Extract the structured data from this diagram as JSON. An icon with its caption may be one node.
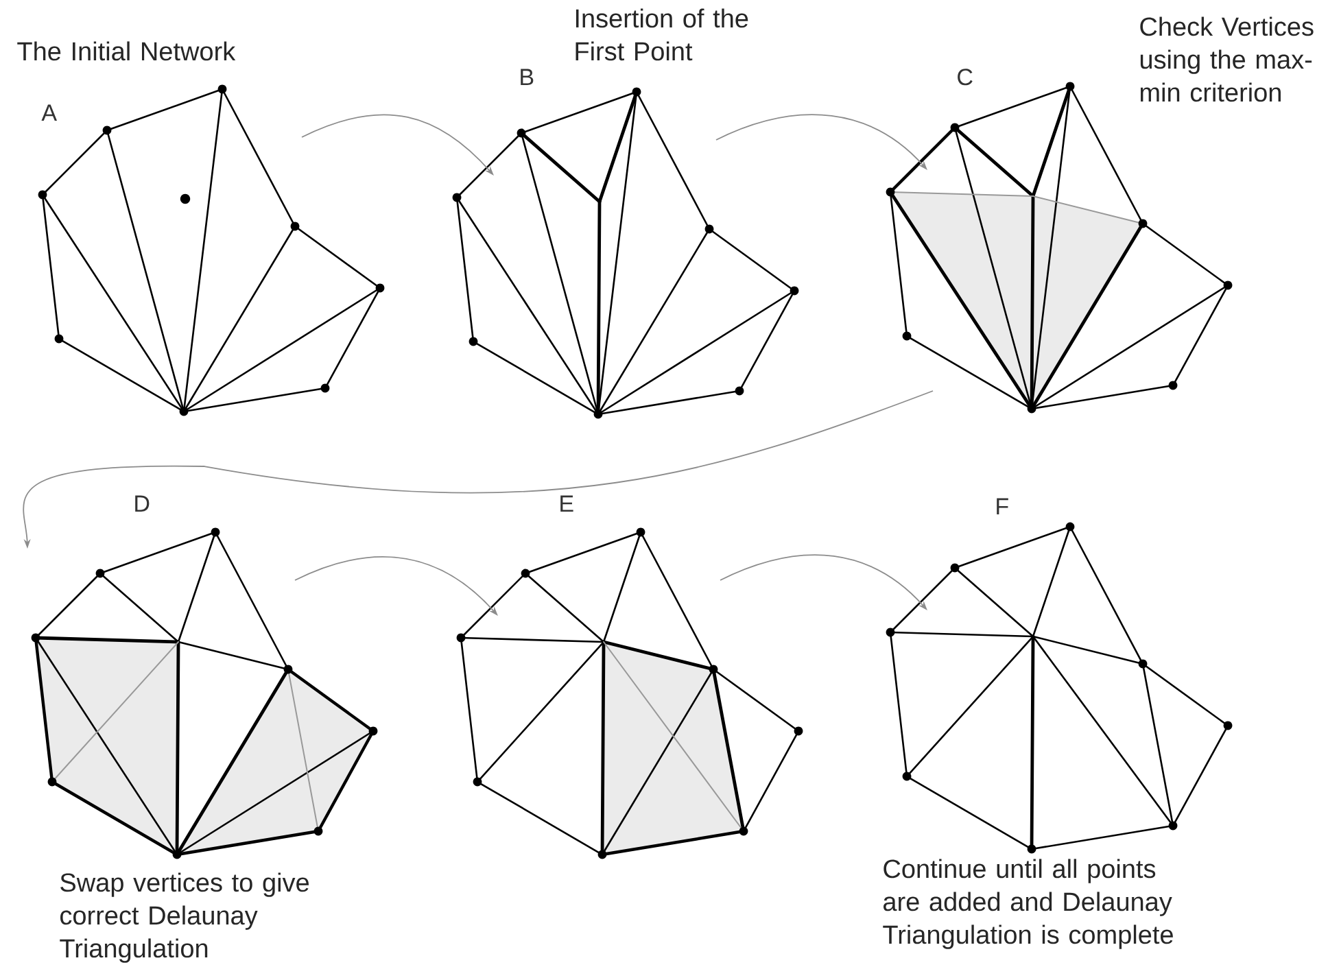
{
  "diagram": {
    "nodes": [
      {
        "text": [
          "A"
        ]
      },
      {
        "text": [
          "B"
        ]
      },
      {
        "text": [
          "C"
        ]
      },
      {
        "text": [
          "D"
        ]
      },
      {
        "text": [
          "E"
        ]
      },
      {
        "text": [
          "F"
        ]
      }
    ],
    "edges": [
      {
        "from": 0,
        "to": 1,
        "arrow": "to"
      },
      {
        "from": 1,
        "to": 2,
        "arrow": "to"
      },
      {
        "from": 2,
        "to": 3,
        "arrow": "to"
      },
      {
        "from": 3,
        "to": 4,
        "arrow": "to"
      },
      {
        "from": 4,
        "to": 5,
        "arrow": "to"
      }
    ],
    "labels": [
      "The Initial Network",
      "Insertion of the First Point",
      "Check Vertices using the max-min criterion",
      "Swap vertices to give correct Delaunay Triangulation",
      "Continue until all points are added and Delaunay Triangulation is complete"
    ]
  }
}
